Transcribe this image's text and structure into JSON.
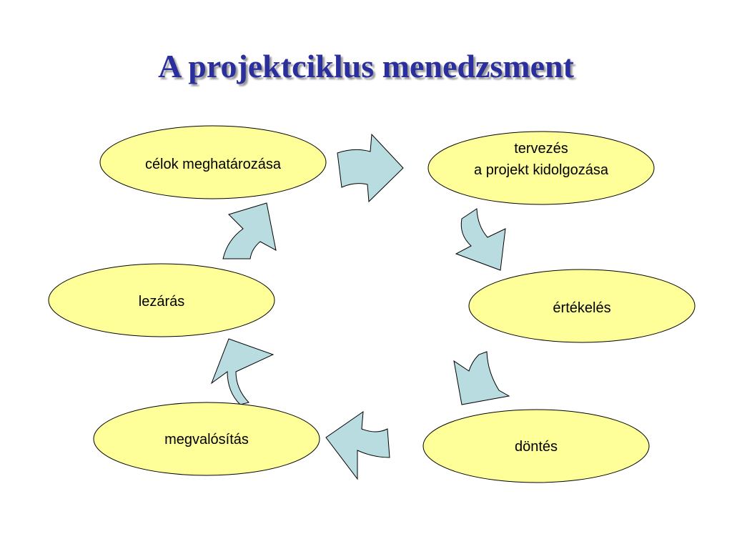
{
  "slide": {
    "title": "A projektciklus menedzsment"
  },
  "cycle": {
    "stages": [
      {
        "id": "celok",
        "lines": [
          "célok meghatározása"
        ]
      },
      {
        "id": "tervezes",
        "lines": [
          "tervezés",
          "a projekt kidolgozása"
        ]
      },
      {
        "id": "ertekeles",
        "lines": [
          "értékelés"
        ]
      },
      {
        "id": "dontes",
        "lines": [
          "döntés"
        ]
      },
      {
        "id": "megvalositas",
        "lines": [
          "megvalósítás"
        ]
      },
      {
        "id": "lezaras",
        "lines": [
          "lezárás"
        ]
      }
    ]
  },
  "colors": {
    "title": "#2b2f9e",
    "ellipse_fill": "#ffff99",
    "ellipse_stroke": "#000000",
    "arrow_fill": "#b8dce0",
    "arrow_stroke": "#000000"
  }
}
